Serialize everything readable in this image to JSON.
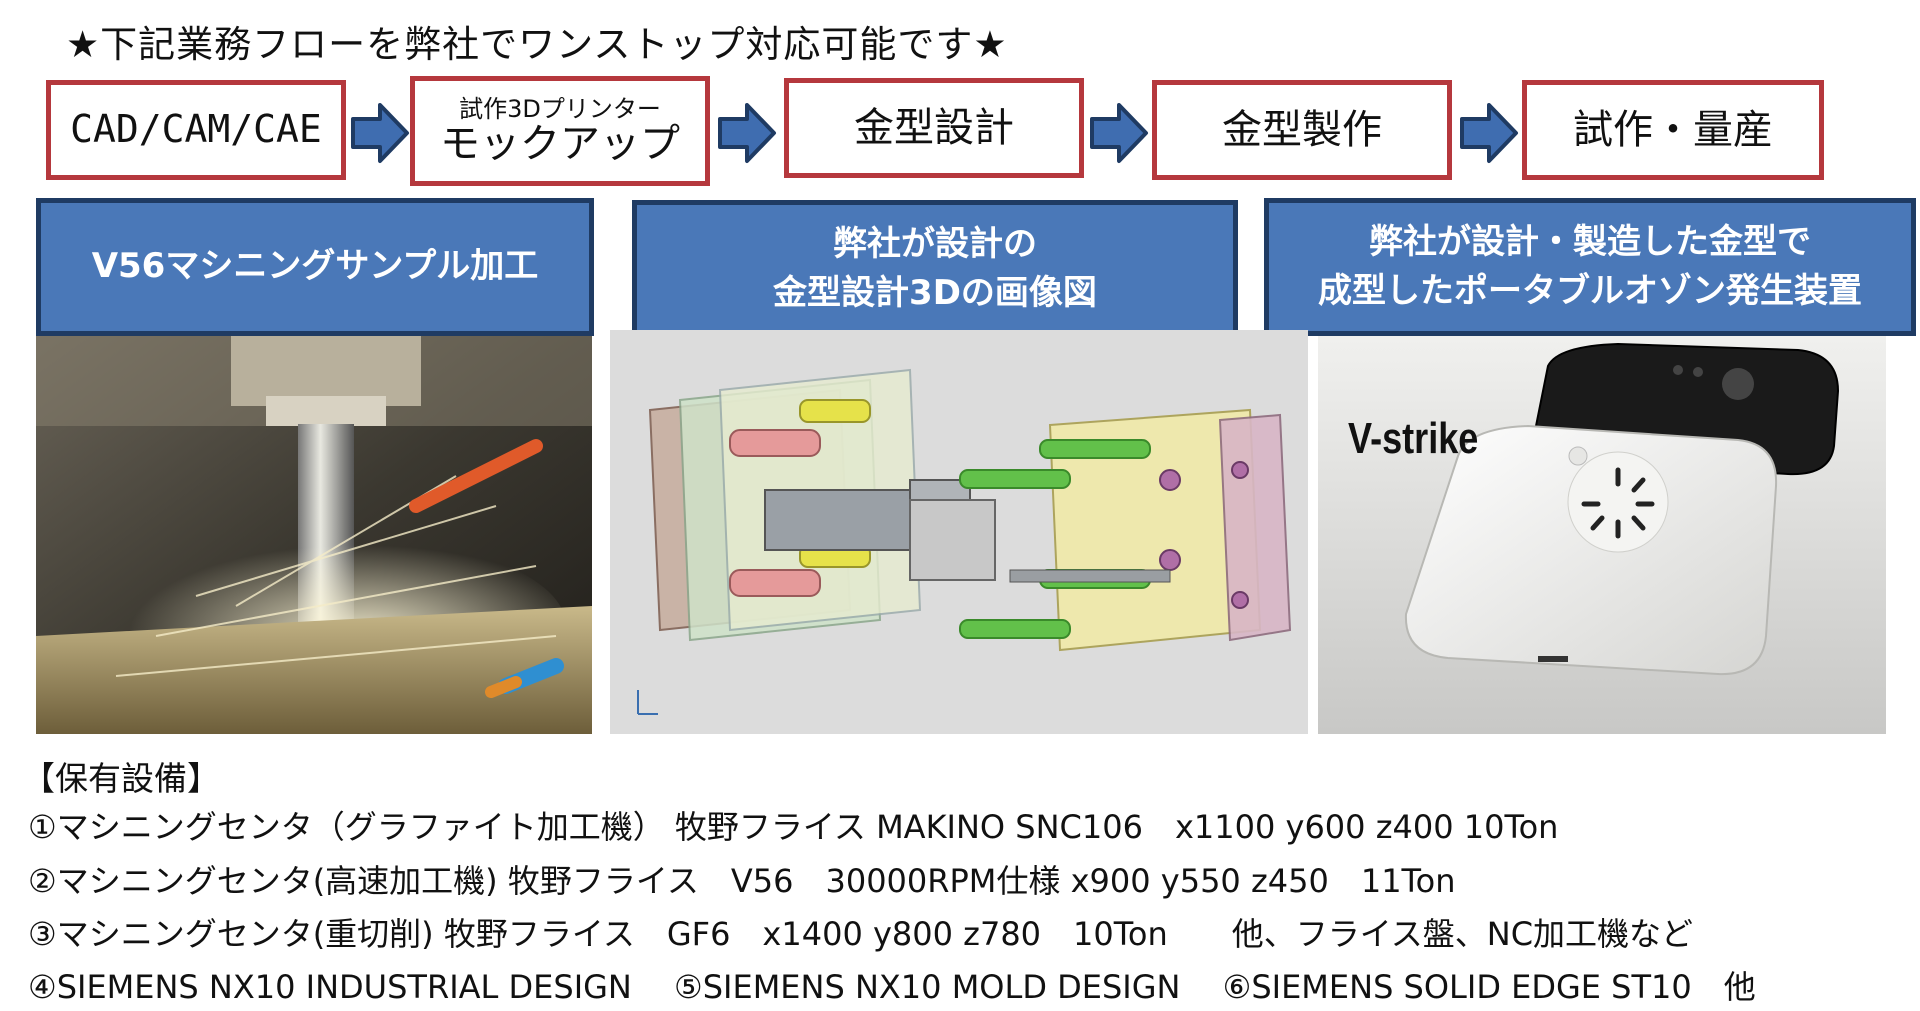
{
  "headline": "★下記業務フローを弊社でワンストップ対応可能です★",
  "flow": [
    {
      "label": "CAD/CAM/CAE"
    },
    {
      "sub": "試作3Dプリンター",
      "label": "モックアップ"
    },
    {
      "label": "金型設計"
    },
    {
      "label": "金型製作"
    },
    {
      "label": "試作・量産"
    }
  ],
  "sections": [
    {
      "line1": "V56マシニングサンプル加工"
    },
    {
      "line1": "弊社が設計の",
      "line2": "金型設計3Dの画像図"
    },
    {
      "line1": "弊社が設計・製造した金型で",
      "line2": "成型したポータブルオゾン発生装置"
    }
  ],
  "photo3_text": "V-strike",
  "equipment": {
    "title": "【保有設備】",
    "lines": [
      "①マシニングセンタ（グラファイト加工機） 牧野フライス MAKINO SNC106　x1100 y600 z400 10Ton",
      "②マシニングセンタ(高速加工機) 牧野フライス　V56　30000RPM仕様 x900 y550 z450　11Ton",
      "③マシニングセンタ(重切削) 牧野フライス　GF6　x1400 y800 z780　10Ton　　他、フライス盤、NC加工機など",
      "④SIEMENS NX10 INDUSTRIAL DESIGN　 ⑤SIEMENS NX10 MOLD DESIGN　 ⑥SIEMENS SOLID EDGE ST10　他"
    ]
  },
  "colors": {
    "box_border": "#b5383d",
    "section_fill": "#4a78b8",
    "section_border": "#1f3b63",
    "arrow_fill": "#3f6db0"
  }
}
